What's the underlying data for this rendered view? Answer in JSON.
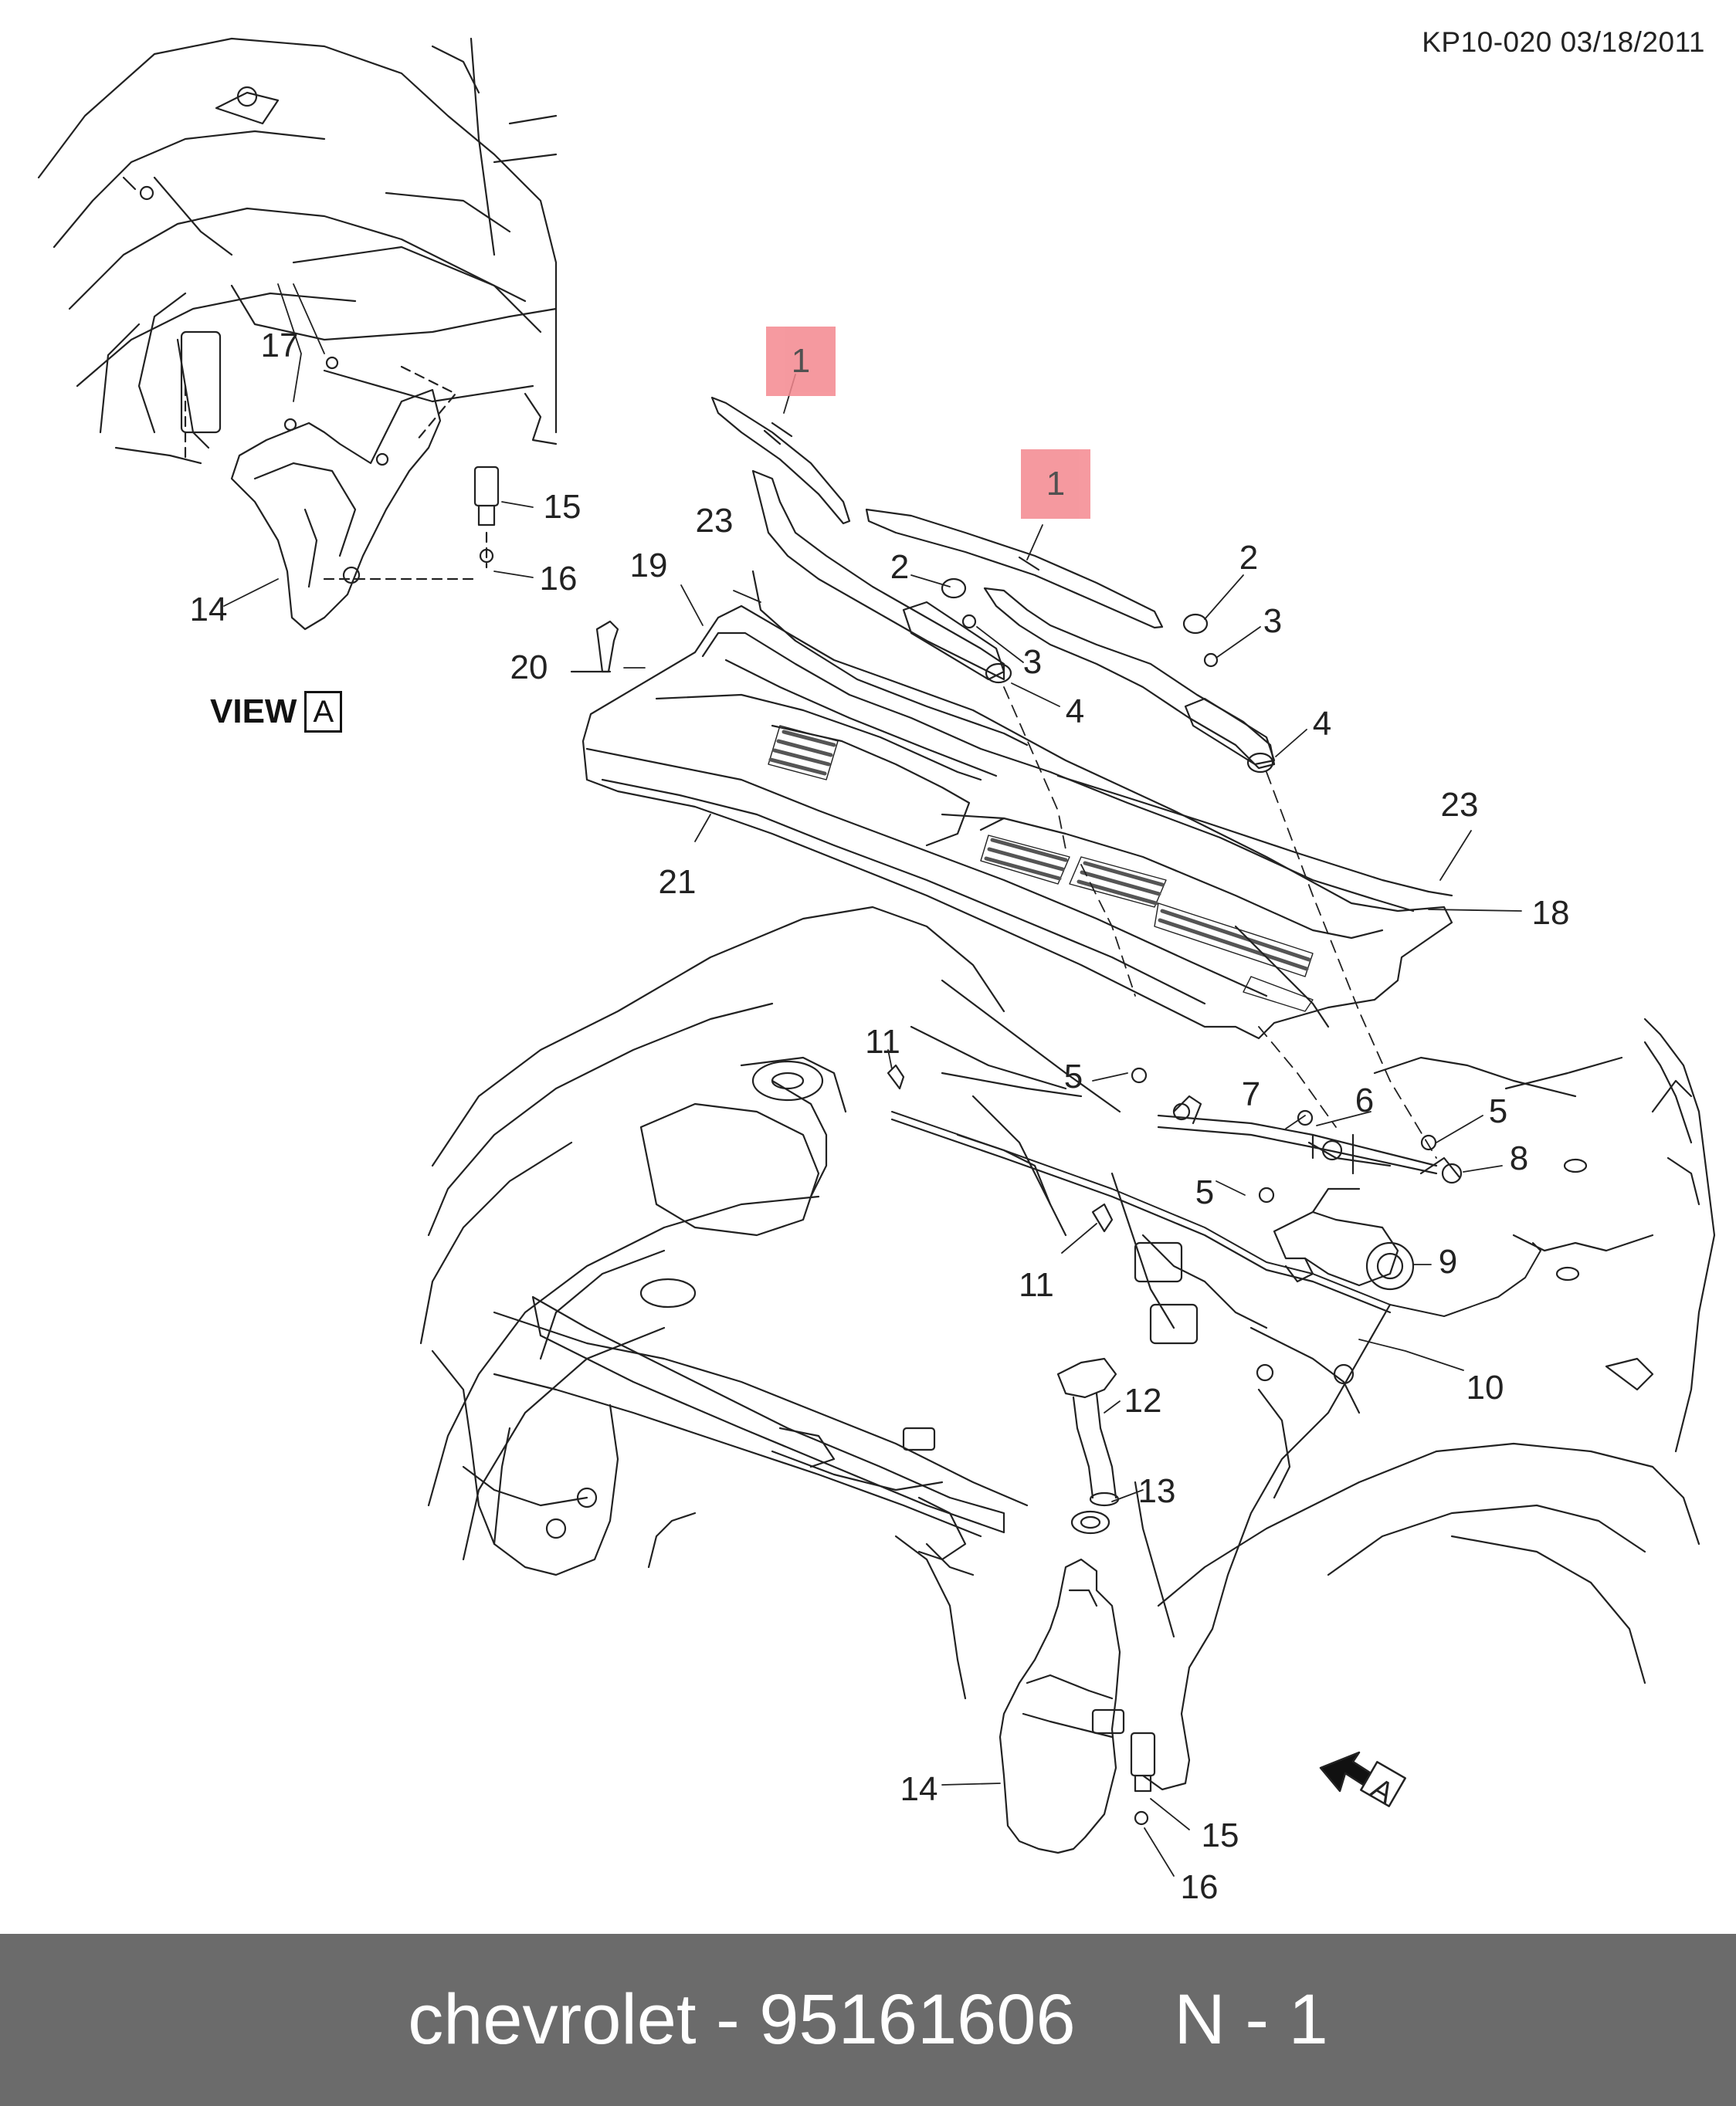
{
  "header": {
    "doc_id": "KP10-020 03/18/2011"
  },
  "view_a": {
    "label": "VIEW",
    "box_letter": "A"
  },
  "view_a_direction_letter": "A",
  "highlighted_part": "1",
  "callouts": {
    "c1a": "1",
    "c1b": "1",
    "c2a": "2",
    "c2b": "2",
    "c3a": "3",
    "c3b": "3",
    "c4a": "4",
    "c4b": "4",
    "c5a": "5",
    "c5b": "5",
    "c5c": "5",
    "c6": "6",
    "c7": "7",
    "c8": "8",
    "c9": "9",
    "c10": "10",
    "c11a": "11",
    "c11b": "11",
    "c12": "12",
    "c13": "13",
    "c14a": "14",
    "c14b": "14",
    "c15a": "15",
    "c15b": "15",
    "c16a": "16",
    "c16b": "16",
    "c17": "17",
    "c18": "18",
    "c19": "19",
    "c20": "20",
    "c21": "21",
    "c23a": "23",
    "c23b": "23"
  },
  "footer": {
    "text": "chevrolet - 95161606     N - 1"
  }
}
